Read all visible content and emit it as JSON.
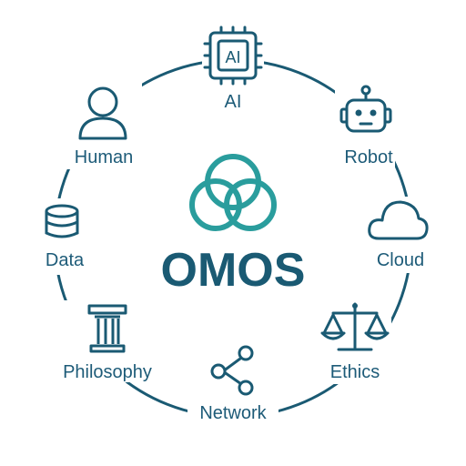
{
  "diagram": {
    "center_title": "OMOS",
    "logo": {
      "icon": "three-ring-logo-icon",
      "color": "#2a9d9d"
    },
    "colors": {
      "ring": "#1a5a73",
      "labels": "#1d5b78",
      "title": "#1a5a73",
      "logo": "#2a9d9d"
    },
    "nodes": [
      {
        "label": "AI",
        "icon": "ai-chip-icon"
      },
      {
        "label": "Robot",
        "icon": "robot-icon"
      },
      {
        "label": "Cloud",
        "icon": "cloud-icon"
      },
      {
        "label": "Ethics",
        "icon": "scales-icon"
      },
      {
        "label": "Network",
        "icon": "network-icon"
      },
      {
        "label": "Philosophy",
        "icon": "pillar-icon"
      },
      {
        "label": "Data",
        "icon": "database-icon"
      },
      {
        "label": "Human",
        "icon": "person-icon"
      }
    ]
  }
}
